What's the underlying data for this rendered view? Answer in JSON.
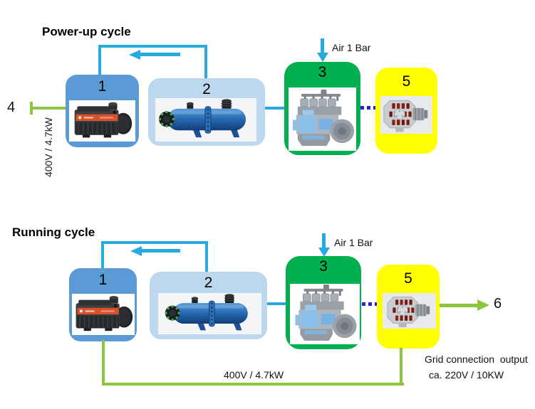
{
  "colors": {
    "loop_blue": "#29A9E1",
    "power_green": "#8CC63F",
    "dot_blue": "#2323DF",
    "block1_fill": "#5B9BD5",
    "block2_fill": "#BDD7EE",
    "block3_fill": "#00B050",
    "block5_fill": "#FFFF00"
  },
  "powerup": {
    "title": "Power-up cycle",
    "air_label": "Air 1 Bar",
    "input_node": "4",
    "input_power_label": "400V / 4.7kW",
    "blocks": [
      {
        "number": "1",
        "machine": "vacuum-pump"
      },
      {
        "number": "2",
        "machine": "heat-exchanger"
      },
      {
        "number": "3",
        "machine": "diesel-engine"
      },
      {
        "number": "5",
        "machine": "alternator"
      }
    ]
  },
  "running": {
    "title": "Running cycle",
    "air_label": "Air 1 Bar",
    "output_node": "6",
    "power_label": "400V / 4.7kW",
    "grid_label_line1": "Grid connection  output",
    "grid_label_line2": "ca. 220V / 10KW",
    "blocks": [
      {
        "number": "1",
        "machine": "vacuum-pump"
      },
      {
        "number": "2",
        "machine": "heat-exchanger"
      },
      {
        "number": "3",
        "machine": "diesel-engine"
      },
      {
        "number": "5",
        "machine": "alternator"
      }
    ]
  }
}
